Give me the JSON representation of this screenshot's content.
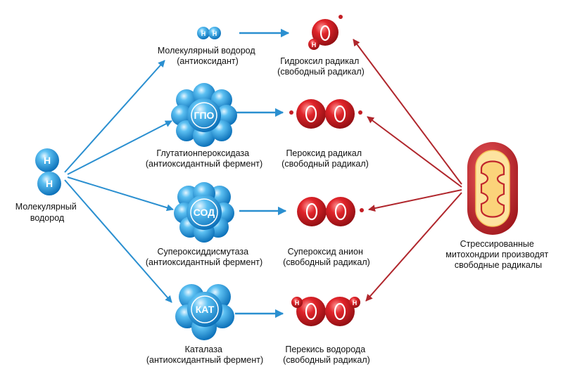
{
  "labels": {
    "h2_source": [
      "Молекулярный",
      "водород"
    ],
    "h2_antioxidant": [
      "Молекулярный водород",
      "(антиоксидант)"
    ],
    "gpo": [
      "Глутатионпероксидаза",
      "(антиоксидантный фермент)"
    ],
    "sod": [
      "Супероксиддисмутаза",
      "(антиоксидантный фермент)"
    ],
    "cat": [
      "Каталаза",
      "(антиоксидантный фермент)"
    ],
    "hydroxyl": [
      "Гидроксил радикал",
      "(свободный радикал)"
    ],
    "peroxide": [
      "Пероксид радикал",
      "(свободный радикал)"
    ],
    "superoxide": [
      "Супероксид анион",
      "(свободный радикал)"
    ],
    "hydrogen_peroxide": [
      "Перекись водорода",
      "(свободный радикал)"
    ],
    "mitochondria": [
      "Стрессированные",
      "митохондрии производят",
      "свободные радикалы"
    ]
  },
  "atoms": {
    "hydrogen": "H",
    "oxygen": "O",
    "gpo": "ГПО",
    "sod": "СОД",
    "cat": "КАТ"
  },
  "colors": {
    "blue_arrow": "#2a8fd0",
    "red_arrow": "#b0262c",
    "blue_atom": "#1e90d6",
    "red_atom": "#c41e24",
    "mito_outer": "#b51f25",
    "mito_inner": "#fde3a0"
  }
}
